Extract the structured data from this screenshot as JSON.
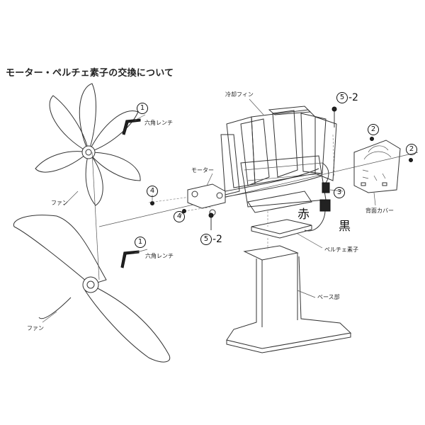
{
  "title": "モーター・ペルチェ素子の交換について",
  "labels": {
    "cooling_fin": "冷却フィン",
    "hex_wrench_top": "六角レンチ",
    "hex_wrench_bottom": "六角レンチ",
    "fan_top": "ファン",
    "fan_bottom": "ファン",
    "motor": "モーター",
    "back_cover": "背面カバー",
    "peltier": "ペルチェ素子",
    "base": "ベース部",
    "red": "赤",
    "black": "黒"
  },
  "callouts": {
    "c1_top": "1",
    "c1_bottom": "1",
    "c2_left": "2",
    "c2_right": "2",
    "c3": "3",
    "c4_upper": "4",
    "c4_lower": "4",
    "c5_top": "5",
    "c5_top_suffix": "-2",
    "c5_bottom": "5",
    "c5_bottom_suffix": "-2"
  }
}
